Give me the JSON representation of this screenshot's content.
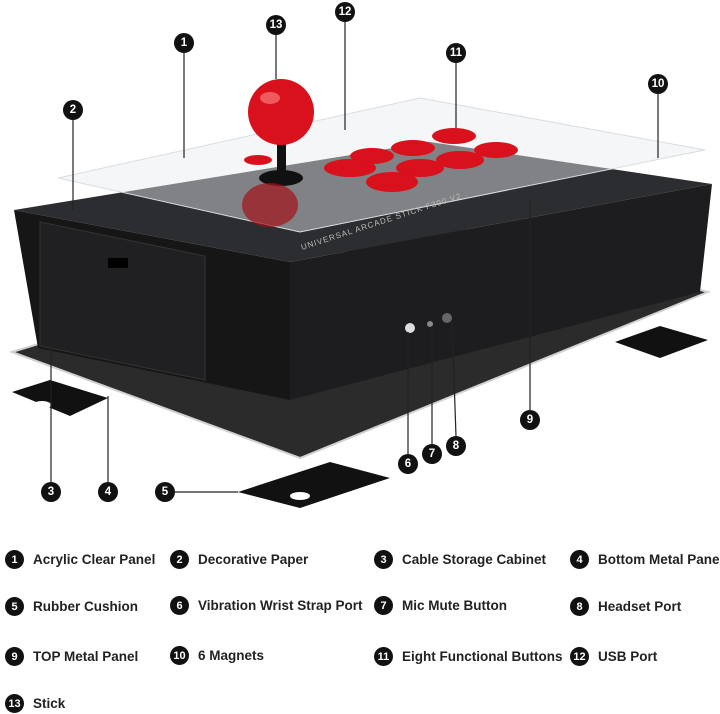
{
  "product_print": "UNIVERSAL ARCADE STICK F300 V2",
  "colors": {
    "body": "#1c1c1e",
    "button_red": "#d8111c",
    "plate": "#2a2a2a",
    "acrylic": "#e8ecef",
    "callout": "#111111"
  },
  "parts": [
    {
      "num": "1",
      "label": "Acrylic Clear Panel"
    },
    {
      "num": "2",
      "label": "Decorative Paper"
    },
    {
      "num": "3",
      "label": "Cable Storage Cabinet"
    },
    {
      "num": "4",
      "label": "Bottom Metal Panel"
    },
    {
      "num": "5",
      "label": "Rubber Cushion"
    },
    {
      "num": "6",
      "label": "Vibration Wrist Strap Port"
    },
    {
      "num": "7",
      "label": "Mic Mute Button"
    },
    {
      "num": "8",
      "label": "Headset Port"
    },
    {
      "num": "9",
      "label": "TOP Metal Panel"
    },
    {
      "num": "10",
      "label": "6 Magnets"
    },
    {
      "num": "11",
      "label": "Eight Functional Buttons"
    },
    {
      "num": "12",
      "label": "USB Port"
    },
    {
      "num": "13",
      "label": "Stick"
    }
  ]
}
